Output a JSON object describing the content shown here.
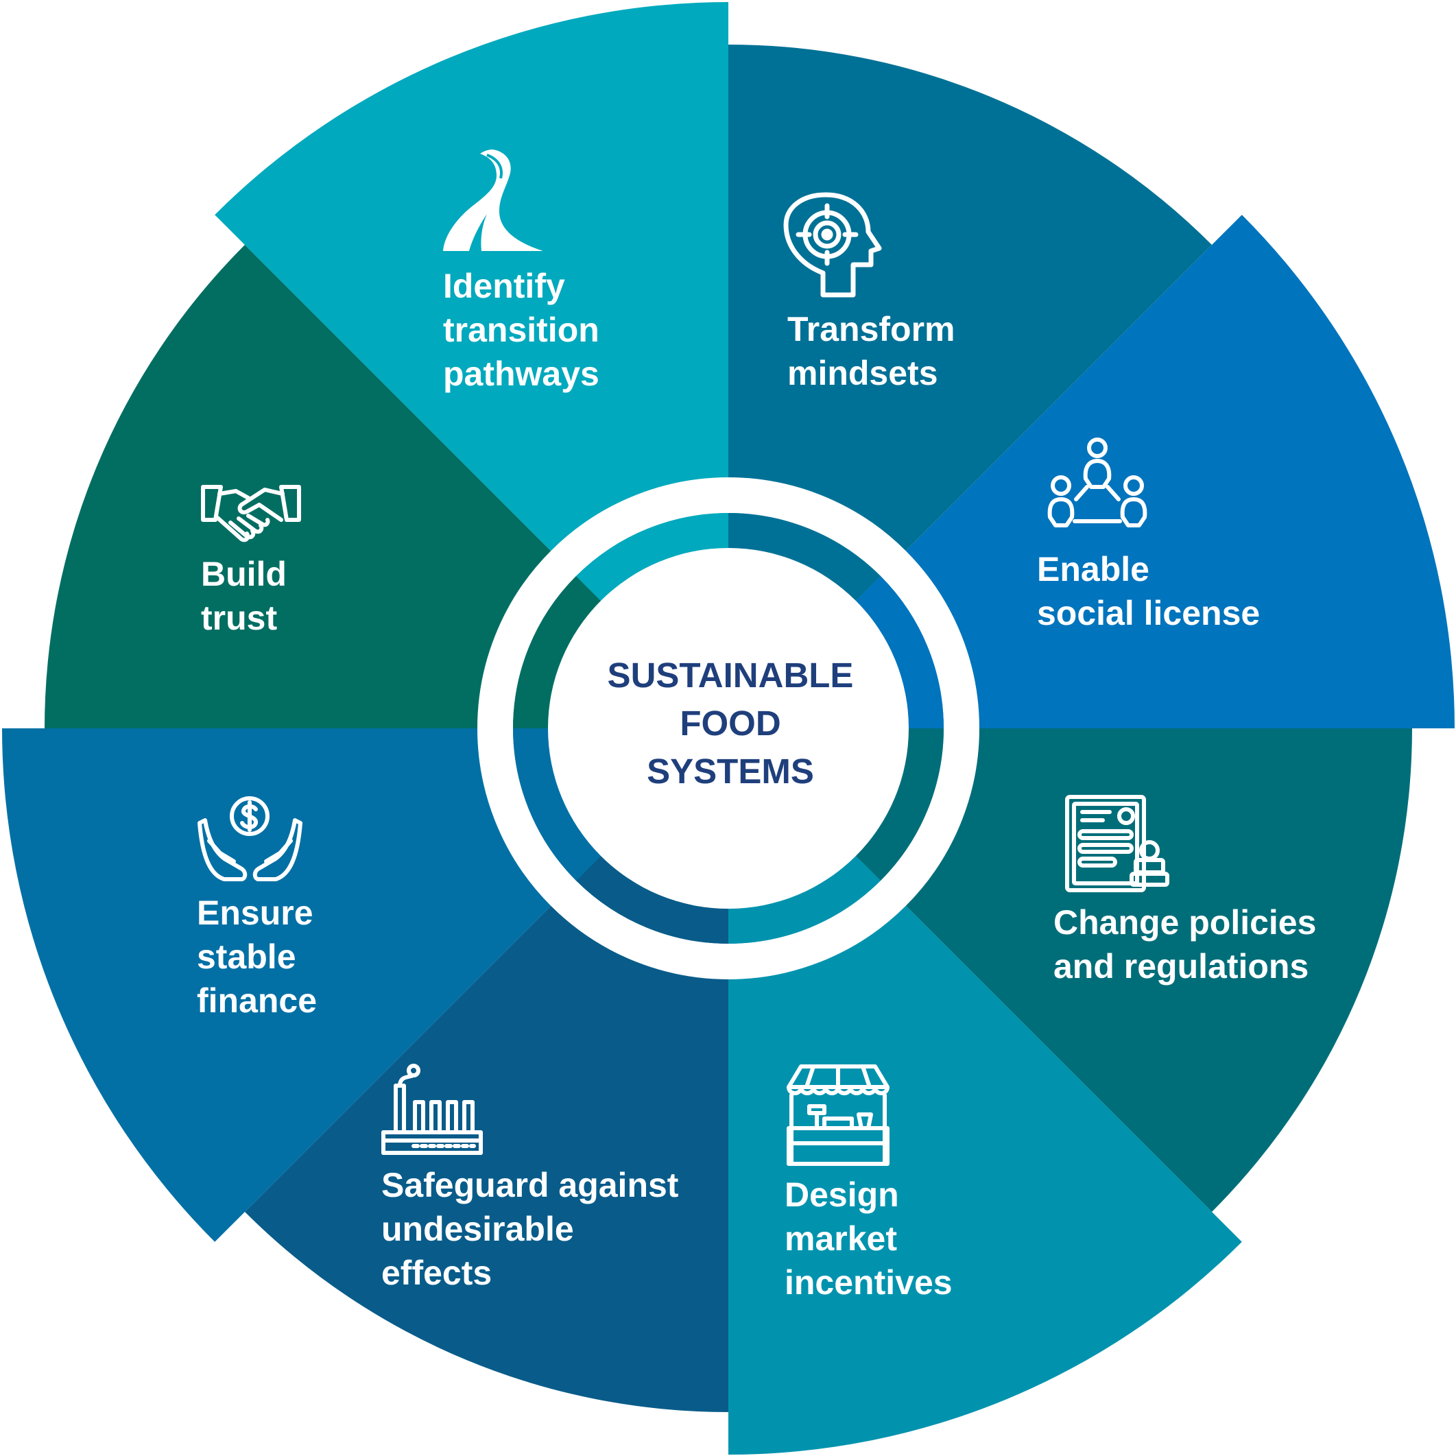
{
  "center": {
    "title": "SUSTAINABLE\nFOOD\nSYSTEMS",
    "title_color": "#1f3f7c"
  },
  "segments": [
    {
      "label": "Transform\nmindsets",
      "icon": "head-target-icon",
      "color": "#007196"
    },
    {
      "label": "Enable\nsocial license",
      "icon": "people-network-icon",
      "color": "#0074bd"
    },
    {
      "label": "Change policies\nand regulations",
      "icon": "document-stamp-icon",
      "color": "#006e79"
    },
    {
      "label": "Design\nmarket\nincentives",
      "icon": "market-stall-icon",
      "color": "#0193ae"
    },
    {
      "label": "Safeguard against\nundesirable\neffects",
      "icon": "factory-icon",
      "color": "#095c8a"
    },
    {
      "label": "Ensure\nstable\nfinance",
      "icon": "hands-coin-icon",
      "color": "#0270a5"
    },
    {
      "label": "Build\ntrust",
      "icon": "handshake-icon",
      "color": "#026e62"
    },
    {
      "label": "Identify\ntransition\npathways",
      "icon": "winding-road-icon",
      "color": "#00a9bd"
    }
  ]
}
